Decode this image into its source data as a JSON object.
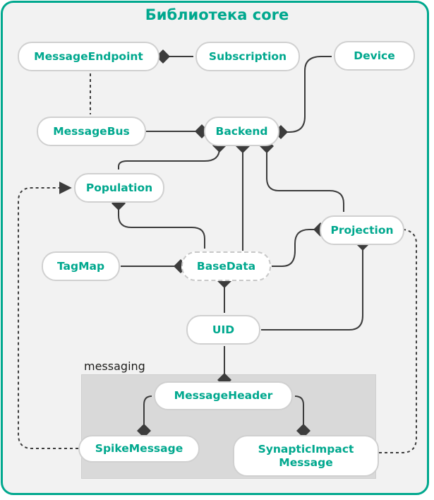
{
  "title": "Библиотека core",
  "group": {
    "label": "messaging"
  },
  "colors": {
    "accent": "#00a88e",
    "edge": "#3c3c3c",
    "background": "#f2f2f2",
    "group_fill": "#d9d9d9"
  },
  "nodes": {
    "message_endpoint": "MessageEndpoint",
    "subscription": "Subscription",
    "device": "Device",
    "message_bus": "MessageBus",
    "backend": "Backend",
    "population": "Population",
    "projection": "Projection",
    "tag_map": "TagMap",
    "base_data": "BaseData",
    "uid": "UID",
    "message_header": "MessageHeader",
    "spike_message": "SpikeMessage",
    "synaptic_impact_message": "SynapticImpact Message"
  },
  "edges": [
    {
      "from": "Subscription",
      "to": "MessageEndpoint",
      "type": "composition"
    },
    {
      "from": "MessageEndpoint",
      "to": "MessageBus",
      "type": "dependency"
    },
    {
      "from": "Device",
      "to": "Backend",
      "type": "composition"
    },
    {
      "from": "MessageBus",
      "to": "Backend",
      "type": "composition"
    },
    {
      "from": "Population",
      "to": "Backend",
      "type": "composition"
    },
    {
      "from": "BaseData",
      "to": "Backend",
      "type": "composition"
    },
    {
      "from": "Projection",
      "to": "Backend",
      "type": "composition"
    },
    {
      "from": "BaseData",
      "to": "Population",
      "type": "composition"
    },
    {
      "from": "TagMap",
      "to": "BaseData",
      "type": "composition"
    },
    {
      "from": "BaseData",
      "to": "Projection",
      "type": "composition"
    },
    {
      "from": "UID",
      "to": "BaseData",
      "type": "composition"
    },
    {
      "from": "UID",
      "to": "Projection",
      "type": "composition"
    },
    {
      "from": "UID",
      "to": "MessageHeader",
      "type": "composition"
    },
    {
      "from": "MessageHeader",
      "to": "SpikeMessage",
      "type": "composition"
    },
    {
      "from": "MessageHeader",
      "to": "SynapticImpact Message",
      "type": "composition"
    },
    {
      "from": "SpikeMessage",
      "to": "Population",
      "type": "dependency"
    },
    {
      "from": "SynapticImpact Message",
      "to": "Projection",
      "type": "dependency"
    }
  ]
}
